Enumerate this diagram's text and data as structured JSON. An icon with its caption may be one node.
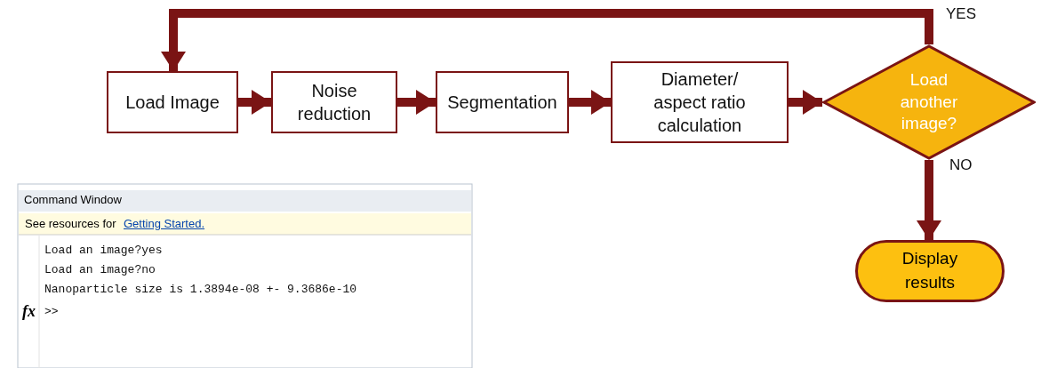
{
  "diagram": {
    "nodes": [
      {
        "text": [
          "Load Image"
        ]
      },
      {
        "text": [
          "Noise reduction"
        ]
      },
      {
        "text": [
          "Segmentation"
        ]
      },
      {
        "text": [
          "Diameter/ aspect ratio calculation"
        ]
      },
      {
        "text": [
          "Load another image?"
        ]
      },
      {
        "text": [
          "Display results"
        ]
      }
    ],
    "edges": [
      {
        "from": 0,
        "to": 1,
        "arrow": "to"
      },
      {
        "from": 1,
        "to": 2,
        "arrow": "to"
      },
      {
        "from": 2,
        "to": 3,
        "arrow": "to"
      },
      {
        "from": 3,
        "to": 4,
        "arrow": "to"
      },
      {
        "from": 4,
        "to": 0,
        "arrow": "to",
        "label": "YES"
      },
      {
        "from": 4,
        "to": 5,
        "arrow": "to",
        "label": "NO"
      }
    ],
    "labels": [
      "Command Window",
      "See resources for",
      "Getting Started.",
      "Load an image?yes",
      "Load an image?no",
      "Nanoparticle size is 1.3894e-08 +- 9.3686e-10",
      "fx",
      ">>"
    ]
  }
}
